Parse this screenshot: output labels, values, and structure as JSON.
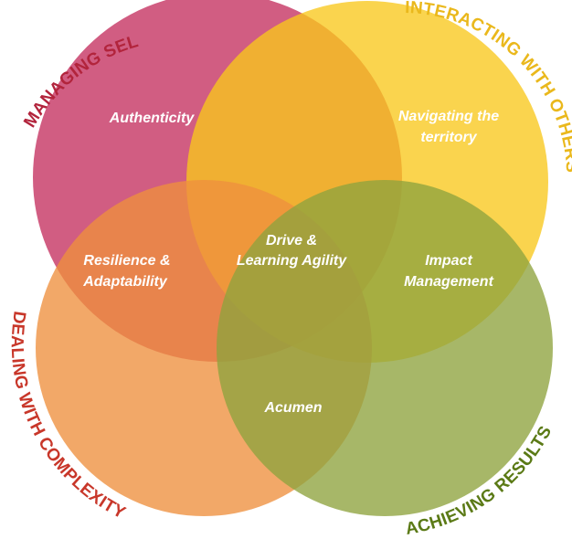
{
  "colors": {
    "managing_self": "#c9426e",
    "interacting_with_others": "#f8c81c",
    "dealing_with_complexity": "#ee8f3d",
    "achieving_results": "#8ea33d",
    "managing_self_label": "#b2243c",
    "interacting_with_others_label": "#eab81c",
    "dealing_with_complexity_label": "#c8372a",
    "achieving_results_label": "#5b7a16"
  },
  "domains": {
    "managing_self": "MANAGING SELF",
    "interacting_with_others": "INTERACTING WITH OTHERS",
    "dealing_with_complexity": "DEALING WITH COMPLEXITY",
    "achieving_results": "ACHIEVING RESULTS"
  },
  "competencies": {
    "authenticity": "Authenticity",
    "navigating_line1": "Navigating the",
    "navigating_line2": "territory",
    "resilience_line1": "Resilience &",
    "resilience_line2": "Adaptability",
    "drive_line1": "Drive &",
    "drive_line2": "Learning Agility",
    "impact_line1": "Impact",
    "impact_line2": "Management",
    "acumen": "Acumen"
  }
}
